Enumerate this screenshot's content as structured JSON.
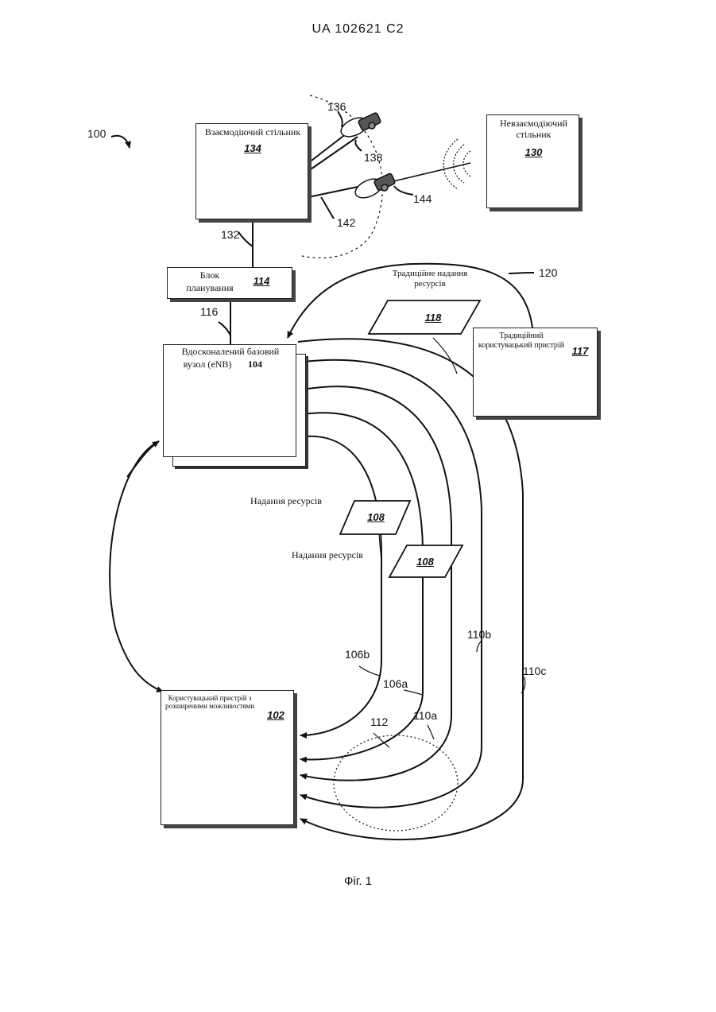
{
  "header": {
    "doc_number": "UA 102621 C2"
  },
  "figure": {
    "caption": "Фіг. 1",
    "ref": "100"
  },
  "nodes": {
    "interacting_cell": {
      "label": "Взаємодіючий стільник",
      "ref": "134"
    },
    "non_interacting_cell": {
      "label": "Невзаємодіючий стільник",
      "ref": "130"
    },
    "scheduler": {
      "label_line1": "Блок",
      "label_line2": "планування",
      "ref": "114"
    },
    "enb": {
      "label_line1": "Вдосконалений базовий",
      "label_line2": "вузол (eNB)",
      "ref": "104"
    },
    "legacy_ue": {
      "label": "Традиційний користувацький пристрій",
      "ref": "117"
    },
    "enhanced_ue": {
      "label": "Користувацький пристрій з розширеними можливостями",
      "ref": "102"
    }
  },
  "labels": {
    "legacy_grant": "Традиційне надання ресурсів",
    "grant_1": "Надання ресурсів",
    "grant_2": "Надання ресурсів"
  },
  "grants": {
    "legacy": "118",
    "grant_a": "108",
    "grant_b": "108"
  },
  "refs": {
    "r136": "136",
    "r138": "138",
    "r142": "142",
    "r144": "144",
    "r132": "132",
    "r116": "116",
    "r120": "120",
    "r106a": "106a",
    "r106b": "106b",
    "r110a": "110a",
    "r110b": "110b",
    "r110c": "110c",
    "r112": "112"
  }
}
